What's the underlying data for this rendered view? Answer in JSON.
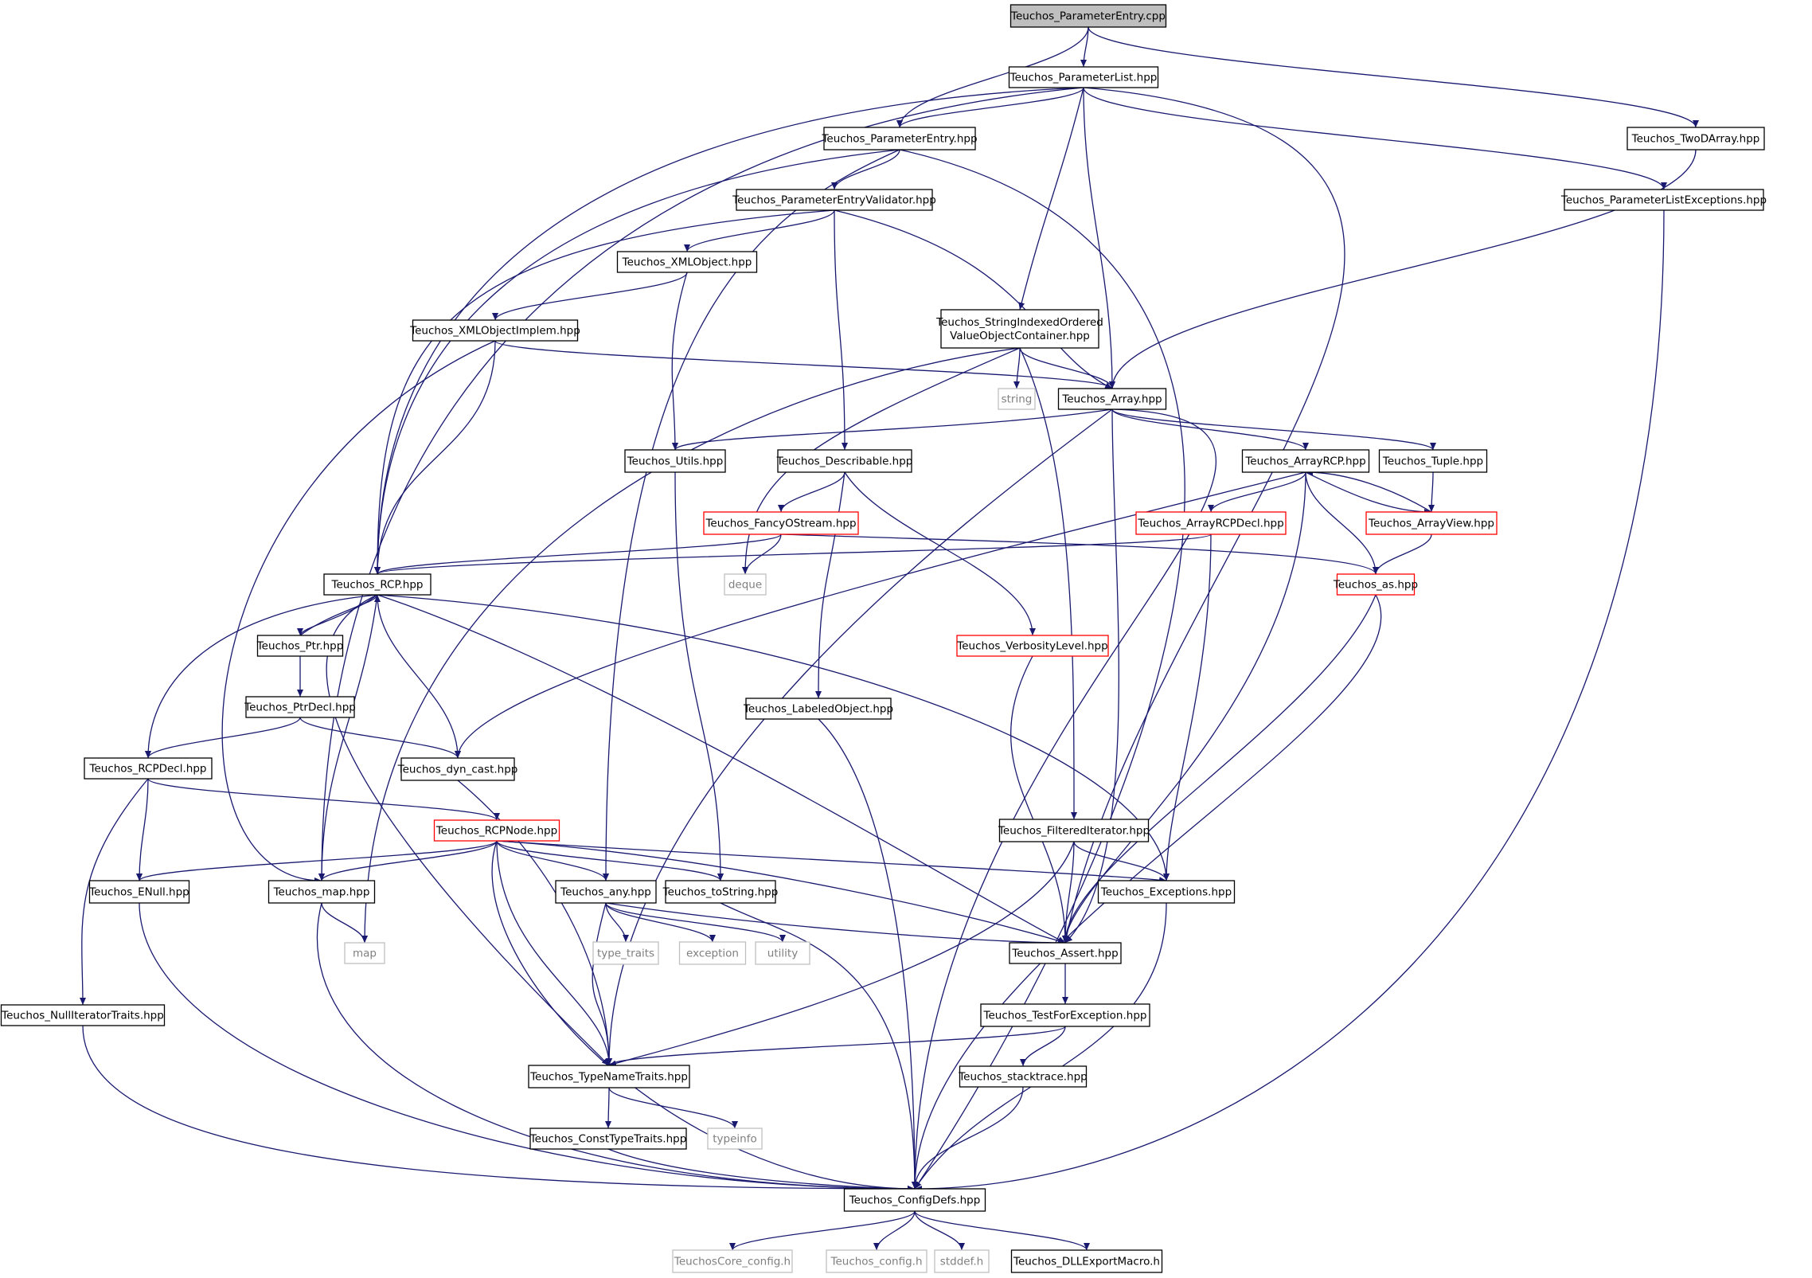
{
  "graph": {
    "colors": {
      "edge": "#191970",
      "node_border": "#000000",
      "root_fill": "#bfbfbf",
      "external_border": "#bfbfbf",
      "external_text": "#7f7f7f",
      "truncated_border": "#ff0000",
      "background": "#ffffff"
    },
    "nodes": [
      {
        "id": "root",
        "label": "Teuchos_ParameterEntry.cpp",
        "type": "root"
      },
      {
        "id": "plist",
        "label": "Teuchos_ParameterList.hpp",
        "type": "normal"
      },
      {
        "id": "twod",
        "label": "Teuchos_TwoDArray.hpp",
        "type": "normal"
      },
      {
        "id": "pentry",
        "label": "Teuchos_ParameterEntry.hpp",
        "type": "normal"
      },
      {
        "id": "plistex",
        "label": "Teuchos_ParameterListExceptions.hpp",
        "type": "normal"
      },
      {
        "id": "pev",
        "label": "Teuchos_ParameterEntryValidator.hpp",
        "type": "normal"
      },
      {
        "id": "xmlobj",
        "label": "Teuchos_XMLObject.hpp",
        "type": "normal"
      },
      {
        "id": "sio",
        "label": "Teuchos_StringIndexedOrdered ValueObjectContainer.hpp",
        "lines": [
          "Teuchos_StringIndexedOrdered",
          "ValueObjectContainer.hpp"
        ],
        "type": "normal"
      },
      {
        "id": "xmlimpl",
        "label": "Teuchos_XMLObjectImplem.hpp",
        "type": "normal"
      },
      {
        "id": "string",
        "label": "string",
        "type": "external"
      },
      {
        "id": "array",
        "label": "Teuchos_Array.hpp",
        "type": "normal"
      },
      {
        "id": "utils",
        "label": "Teuchos_Utils.hpp",
        "type": "normal"
      },
      {
        "id": "descr",
        "label": "Teuchos_Describable.hpp",
        "type": "normal"
      },
      {
        "id": "arcp",
        "label": "Teuchos_ArrayRCP.hpp",
        "type": "normal"
      },
      {
        "id": "tuple",
        "label": "Teuchos_Tuple.hpp",
        "type": "normal"
      },
      {
        "id": "fancy",
        "label": "Teuchos_FancyOStream.hpp",
        "type": "truncated"
      },
      {
        "id": "arcpd",
        "label": "Teuchos_ArrayRCPDecl.hpp",
        "type": "truncated"
      },
      {
        "id": "aview",
        "label": "Teuchos_ArrayView.hpp",
        "type": "truncated"
      },
      {
        "id": "rcp",
        "label": "Teuchos_RCP.hpp",
        "type": "normal"
      },
      {
        "id": "deque",
        "label": "deque",
        "type": "external"
      },
      {
        "id": "as",
        "label": "Teuchos_as.hpp",
        "type": "truncated"
      },
      {
        "id": "ptr",
        "label": "Teuchos_Ptr.hpp",
        "type": "normal"
      },
      {
        "id": "verb",
        "label": "Teuchos_VerbosityLevel.hpp",
        "type": "truncated"
      },
      {
        "id": "ptrd",
        "label": "Teuchos_PtrDecl.hpp",
        "type": "normal"
      },
      {
        "id": "labeled",
        "label": "Teuchos_LabeledObject.hpp",
        "type": "normal"
      },
      {
        "id": "rcpd",
        "label": "Teuchos_RCPDecl.hpp",
        "type": "normal"
      },
      {
        "id": "dyn",
        "label": "Teuchos_dyn_cast.hpp",
        "type": "normal"
      },
      {
        "id": "rcpn",
        "label": "Teuchos_RCPNode.hpp",
        "type": "truncated"
      },
      {
        "id": "filt",
        "label": "Teuchos_FilteredIterator.hpp",
        "type": "normal"
      },
      {
        "id": "enull",
        "label": "Teuchos_ENull.hpp",
        "type": "normal"
      },
      {
        "id": "map_h",
        "label": "Teuchos_map.hpp",
        "type": "normal"
      },
      {
        "id": "any",
        "label": "Teuchos_any.hpp",
        "type": "normal"
      },
      {
        "id": "tostr",
        "label": "Teuchos_toString.hpp",
        "type": "normal"
      },
      {
        "id": "exc",
        "label": "Teuchos_Exceptions.hpp",
        "type": "normal"
      },
      {
        "id": "map",
        "label": "map",
        "type": "external"
      },
      {
        "id": "tt",
        "label": "type_traits",
        "type": "external"
      },
      {
        "id": "excp",
        "label": "exception",
        "type": "external"
      },
      {
        "id": "util",
        "label": "utility",
        "type": "external"
      },
      {
        "id": "assert",
        "label": "Teuchos_Assert.hpp",
        "type": "normal"
      },
      {
        "id": "nullit",
        "label": "Teuchos_NullIteratorTraits.hpp",
        "type": "normal"
      },
      {
        "id": "tfe",
        "label": "Teuchos_TestForException.hpp",
        "type": "normal"
      },
      {
        "id": "tnt",
        "label": "Teuchos_TypeNameTraits.hpp",
        "type": "normal"
      },
      {
        "id": "stack",
        "label": "Teuchos_stacktrace.hpp",
        "type": "normal"
      },
      {
        "id": "ctt",
        "label": "Teuchos_ConstTypeTraits.hpp",
        "type": "normal"
      },
      {
        "id": "typeinfo",
        "label": "typeinfo",
        "type": "external"
      },
      {
        "id": "cdefs",
        "label": "Teuchos_ConfigDefs.hpp",
        "type": "normal"
      },
      {
        "id": "corecfg",
        "label": "TeuchosCore_config.h",
        "type": "external"
      },
      {
        "id": "cfg",
        "label": "Teuchos_config.h",
        "type": "external"
      },
      {
        "id": "stddef",
        "label": "stddef.h",
        "type": "external"
      },
      {
        "id": "dll",
        "label": "Teuchos_DLLExportMacro.h",
        "type": "normal"
      }
    ],
    "edges": [
      {
        "from": "root",
        "to": "plist"
      },
      {
        "from": "root",
        "to": "pentry"
      },
      {
        "from": "root",
        "to": "twod"
      },
      {
        "from": "plist",
        "to": "pentry"
      },
      {
        "from": "plist",
        "to": "plistex"
      },
      {
        "from": "plist",
        "to": "sio"
      },
      {
        "from": "plist",
        "to": "array"
      },
      {
        "from": "plist",
        "to": "rcp"
      },
      {
        "from": "plist",
        "to": "map_h"
      },
      {
        "from": "plist",
        "to": "assert"
      },
      {
        "from": "twod",
        "to": "array"
      },
      {
        "from": "pentry",
        "to": "pev"
      },
      {
        "from": "pentry",
        "to": "rcp"
      },
      {
        "from": "pentry",
        "to": "any"
      },
      {
        "from": "pentry",
        "to": "cdefs"
      },
      {
        "from": "plistex",
        "to": "cdefs"
      },
      {
        "from": "pev",
        "to": "xmlobj"
      },
      {
        "from": "pev",
        "to": "descr"
      },
      {
        "from": "pev",
        "to": "array"
      },
      {
        "from": "pev",
        "to": "rcp"
      },
      {
        "from": "xmlobj",
        "to": "xmlimpl"
      },
      {
        "from": "xmlobj",
        "to": "utils"
      },
      {
        "from": "xmlimpl",
        "to": "array"
      },
      {
        "from": "xmlimpl",
        "to": "rcp"
      },
      {
        "from": "xmlimpl",
        "to": "map_h"
      },
      {
        "from": "sio",
        "to": "string"
      },
      {
        "from": "sio",
        "to": "array"
      },
      {
        "from": "sio",
        "to": "deque"
      },
      {
        "from": "sio",
        "to": "map"
      },
      {
        "from": "sio",
        "to": "filt"
      },
      {
        "from": "array",
        "to": "utils"
      },
      {
        "from": "array",
        "to": "arcp"
      },
      {
        "from": "array",
        "to": "tuple"
      },
      {
        "from": "array",
        "to": "assert"
      },
      {
        "from": "array",
        "to": "tnt"
      },
      {
        "from": "array",
        "to": "cdefs"
      },
      {
        "from": "utils",
        "to": "tostr"
      },
      {
        "from": "descr",
        "to": "fancy"
      },
      {
        "from": "descr",
        "to": "verb"
      },
      {
        "from": "descr",
        "to": "labeled"
      },
      {
        "from": "arcp",
        "to": "arcpd"
      },
      {
        "from": "arcp",
        "to": "aview"
      },
      {
        "from": "arcp",
        "to": "as"
      },
      {
        "from": "arcp",
        "to": "assert"
      },
      {
        "from": "arcp",
        "to": "dyn"
      },
      {
        "from": "tuple",
        "to": "aview"
      },
      {
        "from": "aview",
        "to": "arcp"
      },
      {
        "from": "aview",
        "to": "as"
      },
      {
        "from": "fancy",
        "to": "rcp"
      },
      {
        "from": "fancy",
        "to": "deque"
      },
      {
        "from": "fancy",
        "to": "as"
      },
      {
        "from": "arcpd",
        "to": "rcp"
      },
      {
        "from": "arcpd",
        "to": "exc"
      },
      {
        "from": "rcp",
        "to": "ptr"
      },
      {
        "from": "rcp",
        "to": "rcpd"
      },
      {
        "from": "rcp",
        "to": "dyn"
      },
      {
        "from": "rcp",
        "to": "map_h"
      },
      {
        "from": "rcp",
        "to": "tnt"
      },
      {
        "from": "rcp",
        "to": "assert"
      },
      {
        "from": "rcp",
        "to": "exc"
      },
      {
        "from": "ptr",
        "to": "rcp"
      },
      {
        "from": "ptr",
        "to": "ptrd"
      },
      {
        "from": "ptrd",
        "to": "rcpd"
      },
      {
        "from": "ptrd",
        "to": "dyn"
      },
      {
        "from": "as",
        "to": "assert"
      },
      {
        "from": "as",
        "to": "cdefs"
      },
      {
        "from": "verb",
        "to": "assert"
      },
      {
        "from": "labeled",
        "to": "cdefs"
      },
      {
        "from": "rcpd",
        "to": "rcpn"
      },
      {
        "from": "rcpd",
        "to": "enull"
      },
      {
        "from": "rcpd",
        "to": "nullit"
      },
      {
        "from": "dyn",
        "to": "tnt"
      },
      {
        "from": "rcpn",
        "to": "enull"
      },
      {
        "from": "rcpn",
        "to": "map_h"
      },
      {
        "from": "rcpn",
        "to": "any"
      },
      {
        "from": "rcpn",
        "to": "tostr"
      },
      {
        "from": "rcpn",
        "to": "exc"
      },
      {
        "from": "rcpn",
        "to": "assert"
      },
      {
        "from": "rcpn",
        "to": "tnt"
      },
      {
        "from": "rcpn",
        "to": "cdefs"
      },
      {
        "from": "filt",
        "to": "exc"
      },
      {
        "from": "filt",
        "to": "assert"
      },
      {
        "from": "filt",
        "to": "tnt"
      },
      {
        "from": "enull",
        "to": "cdefs"
      },
      {
        "from": "map_h",
        "to": "map"
      },
      {
        "from": "map_h",
        "to": "cdefs"
      },
      {
        "from": "any",
        "to": "tt"
      },
      {
        "from": "any",
        "to": "excp"
      },
      {
        "from": "any",
        "to": "util"
      },
      {
        "from": "any",
        "to": "assert"
      },
      {
        "from": "any",
        "to": "tnt"
      },
      {
        "from": "tostr",
        "to": "cdefs"
      },
      {
        "from": "exc",
        "to": "cdefs"
      },
      {
        "from": "assert",
        "to": "tfe"
      },
      {
        "from": "tfe",
        "to": "tnt"
      },
      {
        "from": "tfe",
        "to": "stack"
      },
      {
        "from": "tnt",
        "to": "ctt"
      },
      {
        "from": "tnt",
        "to": "typeinfo"
      },
      {
        "from": "stack",
        "to": "cdefs"
      },
      {
        "from": "ctt",
        "to": "cdefs"
      },
      {
        "from": "nullit",
        "to": "cdefs"
      },
      {
        "from": "cdefs",
        "to": "corecfg"
      },
      {
        "from": "cdefs",
        "to": "cfg"
      },
      {
        "from": "cdefs",
        "to": "stddef"
      },
      {
        "from": "cdefs",
        "to": "dll"
      }
    ]
  }
}
